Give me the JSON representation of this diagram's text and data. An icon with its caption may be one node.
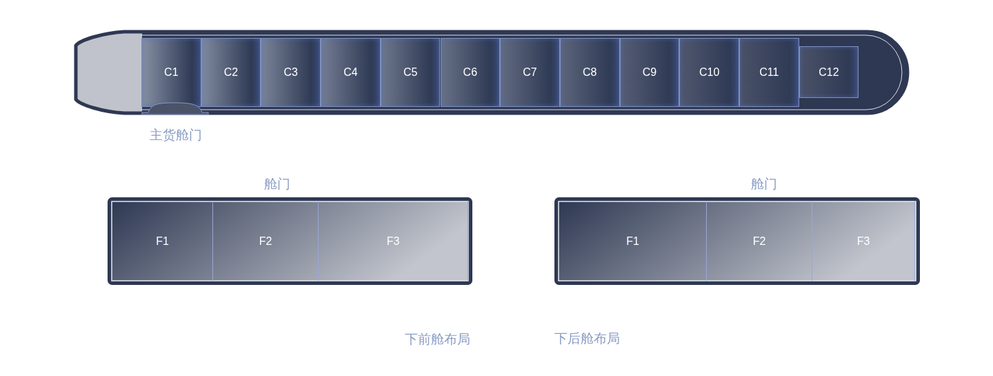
{
  "diagram": {
    "nodes": [
      {
        "text": [],
        "shape": "picture"
      },
      {
        "text": [
          "C1"
        ],
        "in": 0
      },
      {
        "text": [
          "C2"
        ],
        "in": 0
      },
      {
        "text": [
          "C3"
        ],
        "in": 0
      },
      {
        "text": [
          "C4"
        ],
        "in": 0
      },
      {
        "text": [
          "C5"
        ],
        "in": 0
      },
      {
        "text": [
          "C6"
        ],
        "in": 0
      },
      {
        "text": [
          "C7"
        ],
        "in": 0
      },
      {
        "text": [
          "C8"
        ],
        "in": 0
      },
      {
        "text": [
          "C9"
        ],
        "in": 0
      },
      {
        "text": [
          "C10"
        ],
        "in": 0
      },
      {
        "text": [
          "C11"
        ],
        "in": 0
      },
      {
        "text": [
          "C12"
        ],
        "in": 0
      },
      {
        "text": [],
        "shape": "dome",
        "beside": [
          "主货舱门"
        ],
        "in": 0
      },
      {
        "text": [],
        "shape": "box",
        "beside": [
          "舱门",
          "下前舱布局"
        ]
      },
      {
        "text": [
          "F1"
        ],
        "in": 14
      },
      {
        "text": [
          "F2"
        ],
        "in": 14
      },
      {
        "text": [
          "F3"
        ],
        "in": 14
      },
      {
        "text": [],
        "shape": "box",
        "beside": [
          "舱门",
          "下后舱布局"
        ]
      },
      {
        "text": [
          "F1"
        ],
        "in": 18
      },
      {
        "text": [
          "F2"
        ],
        "in": 18
      },
      {
        "text": [
          "F3"
        ],
        "in": 18
      }
    ]
  }
}
